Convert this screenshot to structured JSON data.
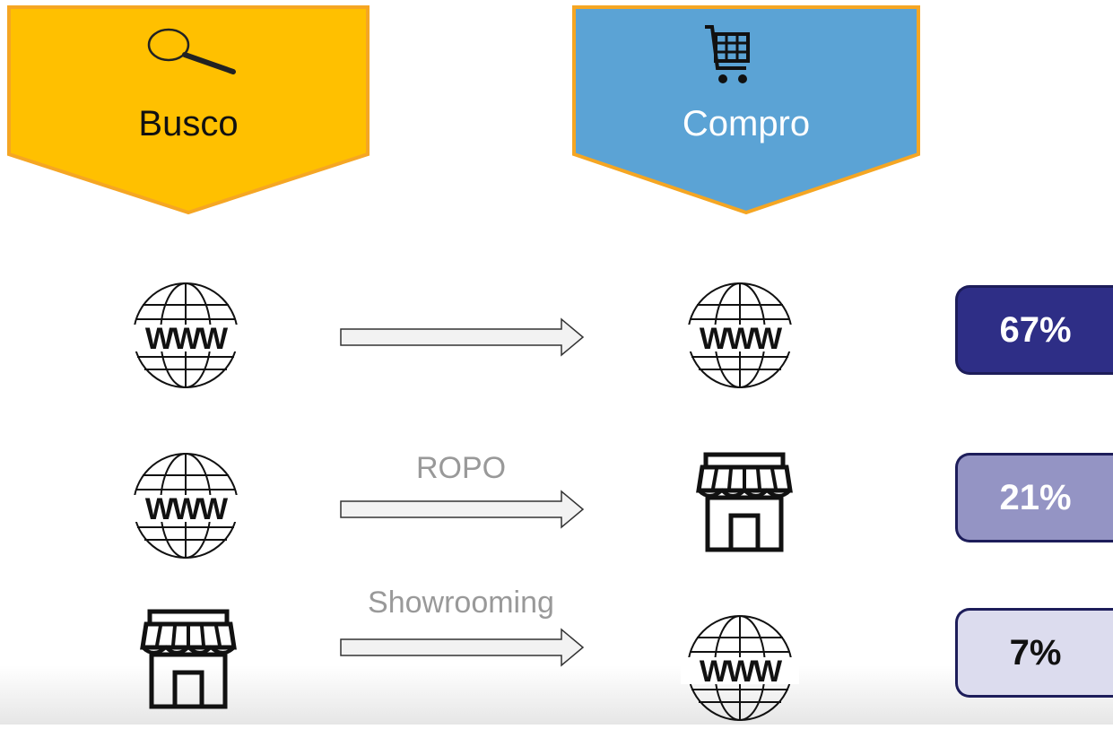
{
  "busco": {
    "label": "Busco",
    "icon": "magnifier-icon",
    "fill": "#FFC000",
    "border": "#F5A623"
  },
  "compro": {
    "label": "Compro",
    "icon": "shopping-cart-icon",
    "fill": "#5BA3D5",
    "border": "#F5A623"
  },
  "rows": [
    {
      "from_icon": "www-globe-icon",
      "to_icon": "www-globe-icon",
      "flow_label": "",
      "percent": "67%",
      "badge_fill": "#2E2E86",
      "badge_text": "#ffffff"
    },
    {
      "from_icon": "www-globe-icon",
      "to_icon": "store-icon",
      "flow_label": "ROPO",
      "percent": "21%",
      "badge_fill": "#9494C4",
      "badge_text": "#ffffff"
    },
    {
      "from_icon": "store-icon",
      "to_icon": "www-globe-icon",
      "flow_label": "Showrooming",
      "percent": "7%",
      "badge_fill": "#DCDCEE",
      "badge_text": "#111111"
    }
  ]
}
